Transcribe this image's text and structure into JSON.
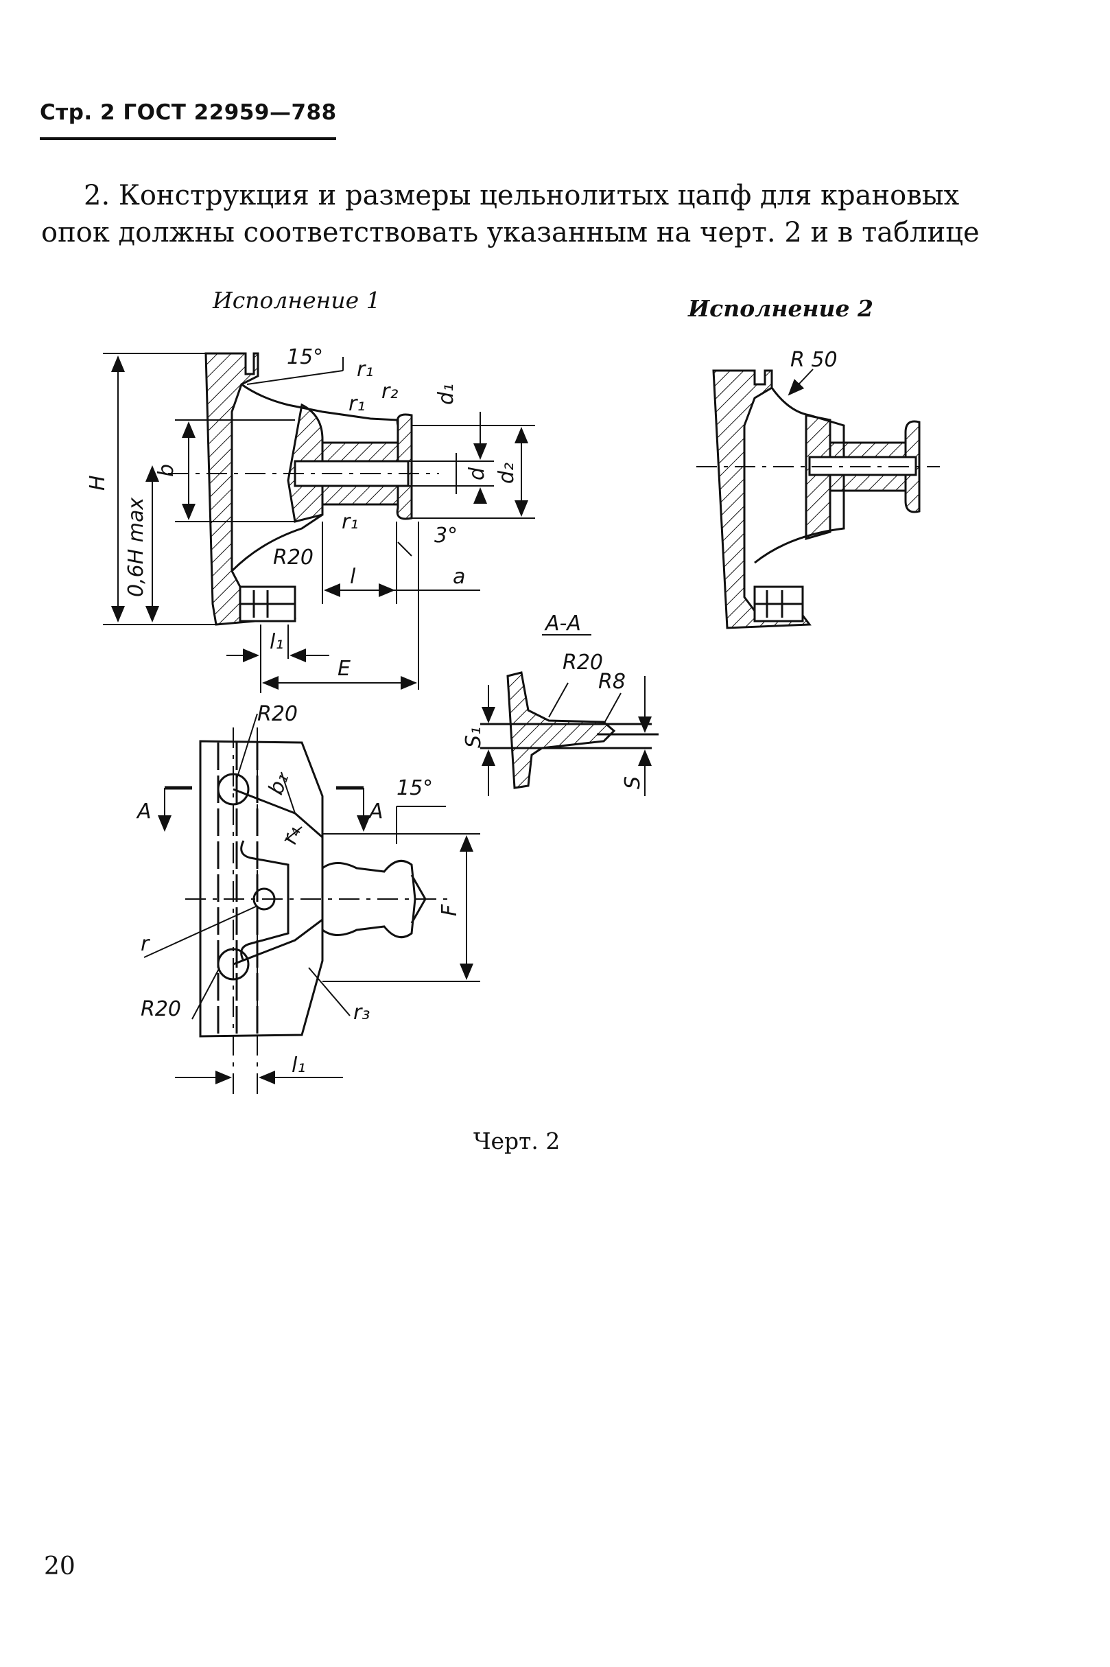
{
  "header": {
    "title": "Стр. 2 ГОСТ 22959—788"
  },
  "paragraph": {
    "line1": "2. Конструкция и размеры цельнолитых цапф для крановых",
    "line2": "опок должны соответствовать указанным на черт. 2 и в таблице"
  },
  "variants": {
    "v1": "Исполнение 1",
    "v2": "Исполнение 2"
  },
  "section_label": "А-А",
  "dimension_labels": {
    "angle15a": "15°",
    "angle15b": "15°",
    "angle3": "3°",
    "H": "H",
    "b": "b",
    "max06H": "0,6H max",
    "r1": "r₁",
    "r2": "r₂",
    "d1": "d₁",
    "d": "d",
    "d2": "d₂",
    "R20": "R20",
    "l": "l",
    "a": "a",
    "l1": "l₁",
    "E": "E",
    "R50": "R 50",
    "R8": "R8",
    "S1": "S₁",
    "S": "S",
    "A": "A",
    "b1": "b₁",
    "r4": "r₄",
    "F": "F",
    "r": "r",
    "r3": "r₃"
  },
  "figure_caption": "Черт. 2",
  "page_number": "20"
}
